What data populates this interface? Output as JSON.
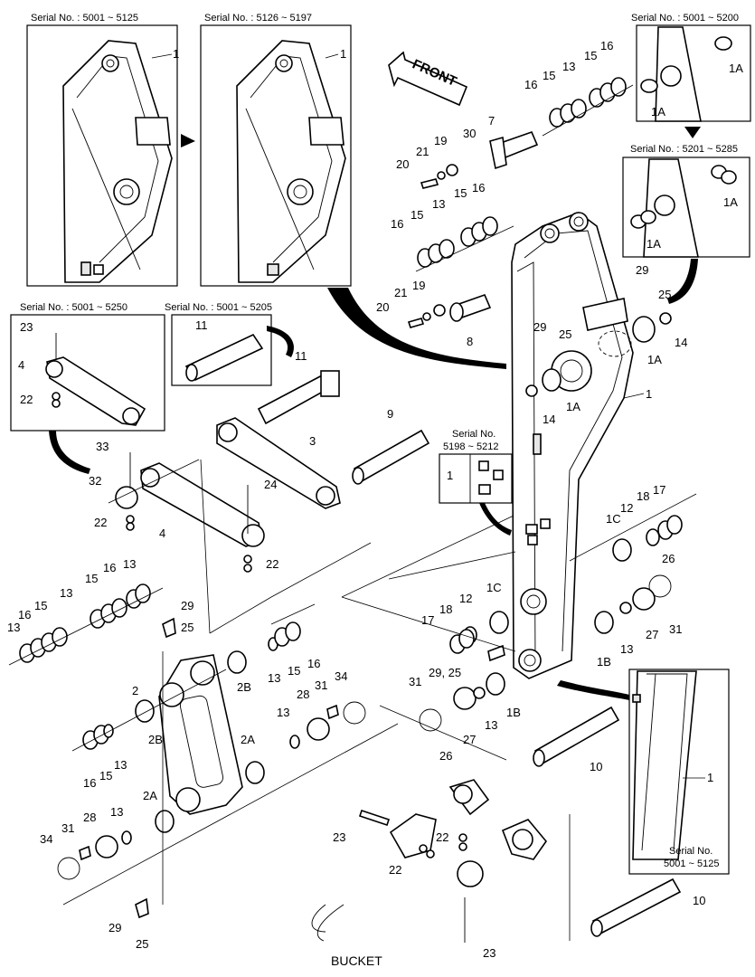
{
  "diagram": {
    "bottom_label": "BUCKET",
    "front_label": "FRONT",
    "insets": {
      "boom_a": "Serial No. : 5001 ~ 5125",
      "boom_b": "Serial No. : 5126 ~ 5197",
      "bush_a": "Serial No. : 5001 ~ 5200",
      "bush_b": "Serial No. : 5201 ~ 5285",
      "link": "Serial No. : 5001 ~ 5250",
      "pin": "Serial No. : 5001 ~ 5205",
      "plate_line1": "Serial No.",
      "plate_line2": "5198 ~ 5212",
      "arm_line1": "Serial No.",
      "arm_line2": "5001 ~ 5125"
    },
    "callouts": {
      "c1": "1",
      "c1A": "1A",
      "c1B": "1B",
      "c1C": "1C",
      "c2": "2",
      "c2A": "2A",
      "c2B": "2B",
      "c3": "3",
      "c4": "4",
      "c7": "7",
      "c8": "8",
      "c9": "9",
      "c10": "10",
      "c11": "11",
      "c12": "12",
      "c13": "13",
      "c14": "14",
      "c15": "15",
      "c16": "16",
      "c17": "17",
      "c18": "18",
      "c19": "19",
      "c20": "20",
      "c21": "21",
      "c22": "22",
      "c23": "23",
      "c24": "24",
      "c25": "25",
      "c26": "26",
      "c27": "27",
      "c28": "28",
      "c29": "29",
      "c30": "30",
      "c31": "31",
      "c32": "32",
      "c33": "33",
      "c34": "34",
      "c2925": "29, 25"
    }
  }
}
